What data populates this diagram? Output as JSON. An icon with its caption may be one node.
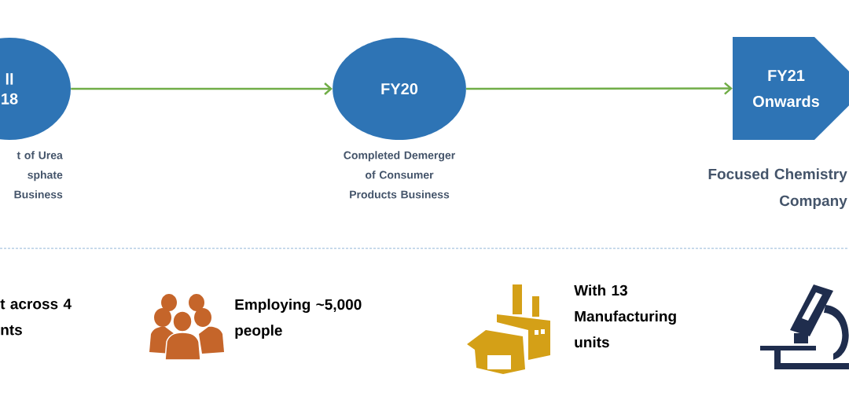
{
  "diagram": {
    "nodes": [
      {
        "text": [
          "ll 18"
        ],
        "beside": [
          "t of Urea sphate Business"
        ]
      },
      {
        "text": [
          "FY20"
        ],
        "beside": [
          "Completed Demerger of Consumer Products Business"
        ]
      },
      {
        "text": [
          "FY21 Onwards"
        ],
        "beside": [
          "Focused Chemistry Company"
        ]
      }
    ],
    "edges": [
      {
        "from": 0,
        "to": 1,
        "arrow": "to"
      },
      {
        "from": 1,
        "to": 2,
        "arrow": "to"
      }
    ],
    "labels": [
      "t across 4 nts",
      "Employing ~5,000 people",
      "With 13 Manufacturing units"
    ]
  }
}
